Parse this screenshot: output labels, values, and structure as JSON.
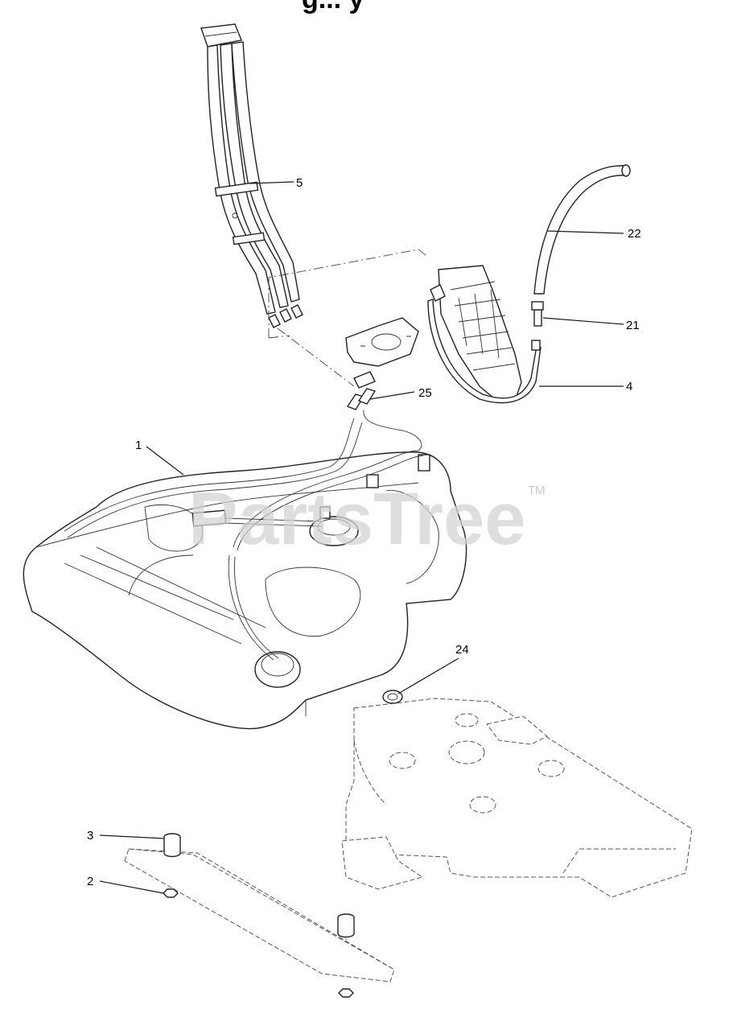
{
  "header": {
    "title_fragment": "g... y"
  },
  "watermark": {
    "text": "PartsTree",
    "trademark": "TM"
  },
  "callouts": [
    {
      "id": "c1",
      "label": "1"
    },
    {
      "id": "c2",
      "label": "2"
    },
    {
      "id": "c3",
      "label": "3"
    },
    {
      "id": "c4",
      "label": "4"
    },
    {
      "id": "c5",
      "label": "5"
    },
    {
      "id": "c21",
      "label": "21"
    },
    {
      "id": "c22",
      "label": "22"
    },
    {
      "id": "c24",
      "label": "24"
    },
    {
      "id": "c25",
      "label": "25"
    }
  ]
}
